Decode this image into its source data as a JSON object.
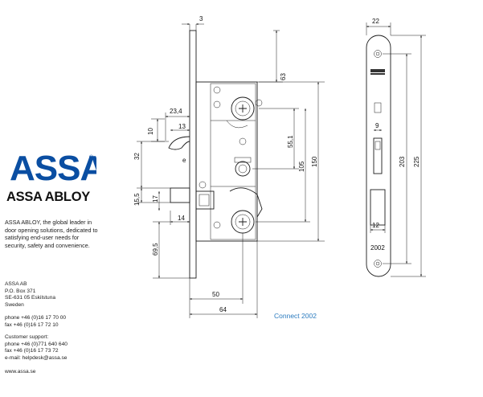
{
  "brand": {
    "logo_text": "ASSA",
    "logo_color": "#0a4ea2",
    "name": "ASSA ABLOY",
    "tagline": "ASSA ABLOY, the global leader in door opening solutions, dedicated to satisfying end-user needs for security, safety and convenience."
  },
  "address": [
    "ASSA AB",
    "P.O. Box 371",
    "SE-631 05 Eskilstuna",
    "Sweden"
  ],
  "phones": [
    "phone +46 (0)16 17 70 00",
    "fax +46 (0)16 17 72 10"
  ],
  "support": [
    "Customer support:",
    "phone +46 (0)771 640 640",
    "fax +46 (0)16 17 73 72",
    "e-mail: helpdesk@assa.se"
  ],
  "website": "www.assa.se",
  "caption": "Connect 2002",
  "plate_label": "2002",
  "dimensions": {
    "d3": "3",
    "d22": "22",
    "d63": "63",
    "d23_4": "23,4",
    "d10": "10",
    "d13": "13",
    "d55_1": "55,1",
    "d105": "105",
    "d150": "150",
    "d9": "9",
    "d203": "203",
    "d225": "225",
    "d32": "32",
    "d15_5": "15,5",
    "d17": "17",
    "d14": "14",
    "d12": "12",
    "d69_5": "69,5",
    "d50": "50",
    "d64": "64"
  }
}
